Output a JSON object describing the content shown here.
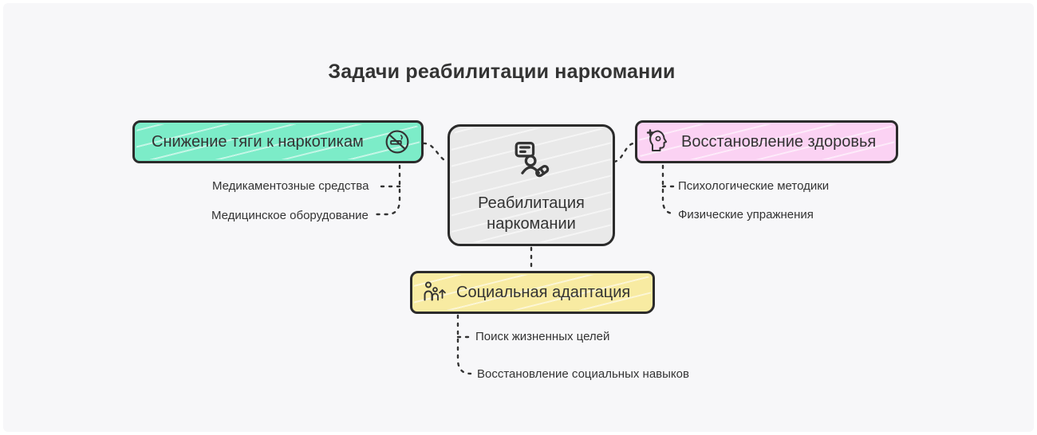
{
  "title": "Задачи реабилитации наркомании",
  "center": {
    "label": "Реабилитация наркомании",
    "icon": "rehab-person-pill-icon",
    "fill": "#e9e9e9"
  },
  "branches": [
    {
      "label": "Снижение тяги к наркотикам",
      "icon": "no-drugs-icon",
      "fill": "#7cecc8",
      "children": [
        "Медикаментозные средства",
        "Медицинское оборудование"
      ]
    },
    {
      "label": "Восстановление здоровья",
      "icon": "head-plus-icon",
      "fill": "#fbd2f3",
      "children": [
        "Психологические методики",
        "Физические упражнения"
      ]
    },
    {
      "label": "Социальная адаптация",
      "icon": "family-icon",
      "fill": "#f8eba2",
      "children": [
        "Поиск жизненных целей",
        "Восстановление социальных навыков"
      ]
    }
  ],
  "style": {
    "background": "#f7f7f9",
    "border_color": "#2b2b2b",
    "text_color": "#333333",
    "connector_color": "#333333"
  }
}
